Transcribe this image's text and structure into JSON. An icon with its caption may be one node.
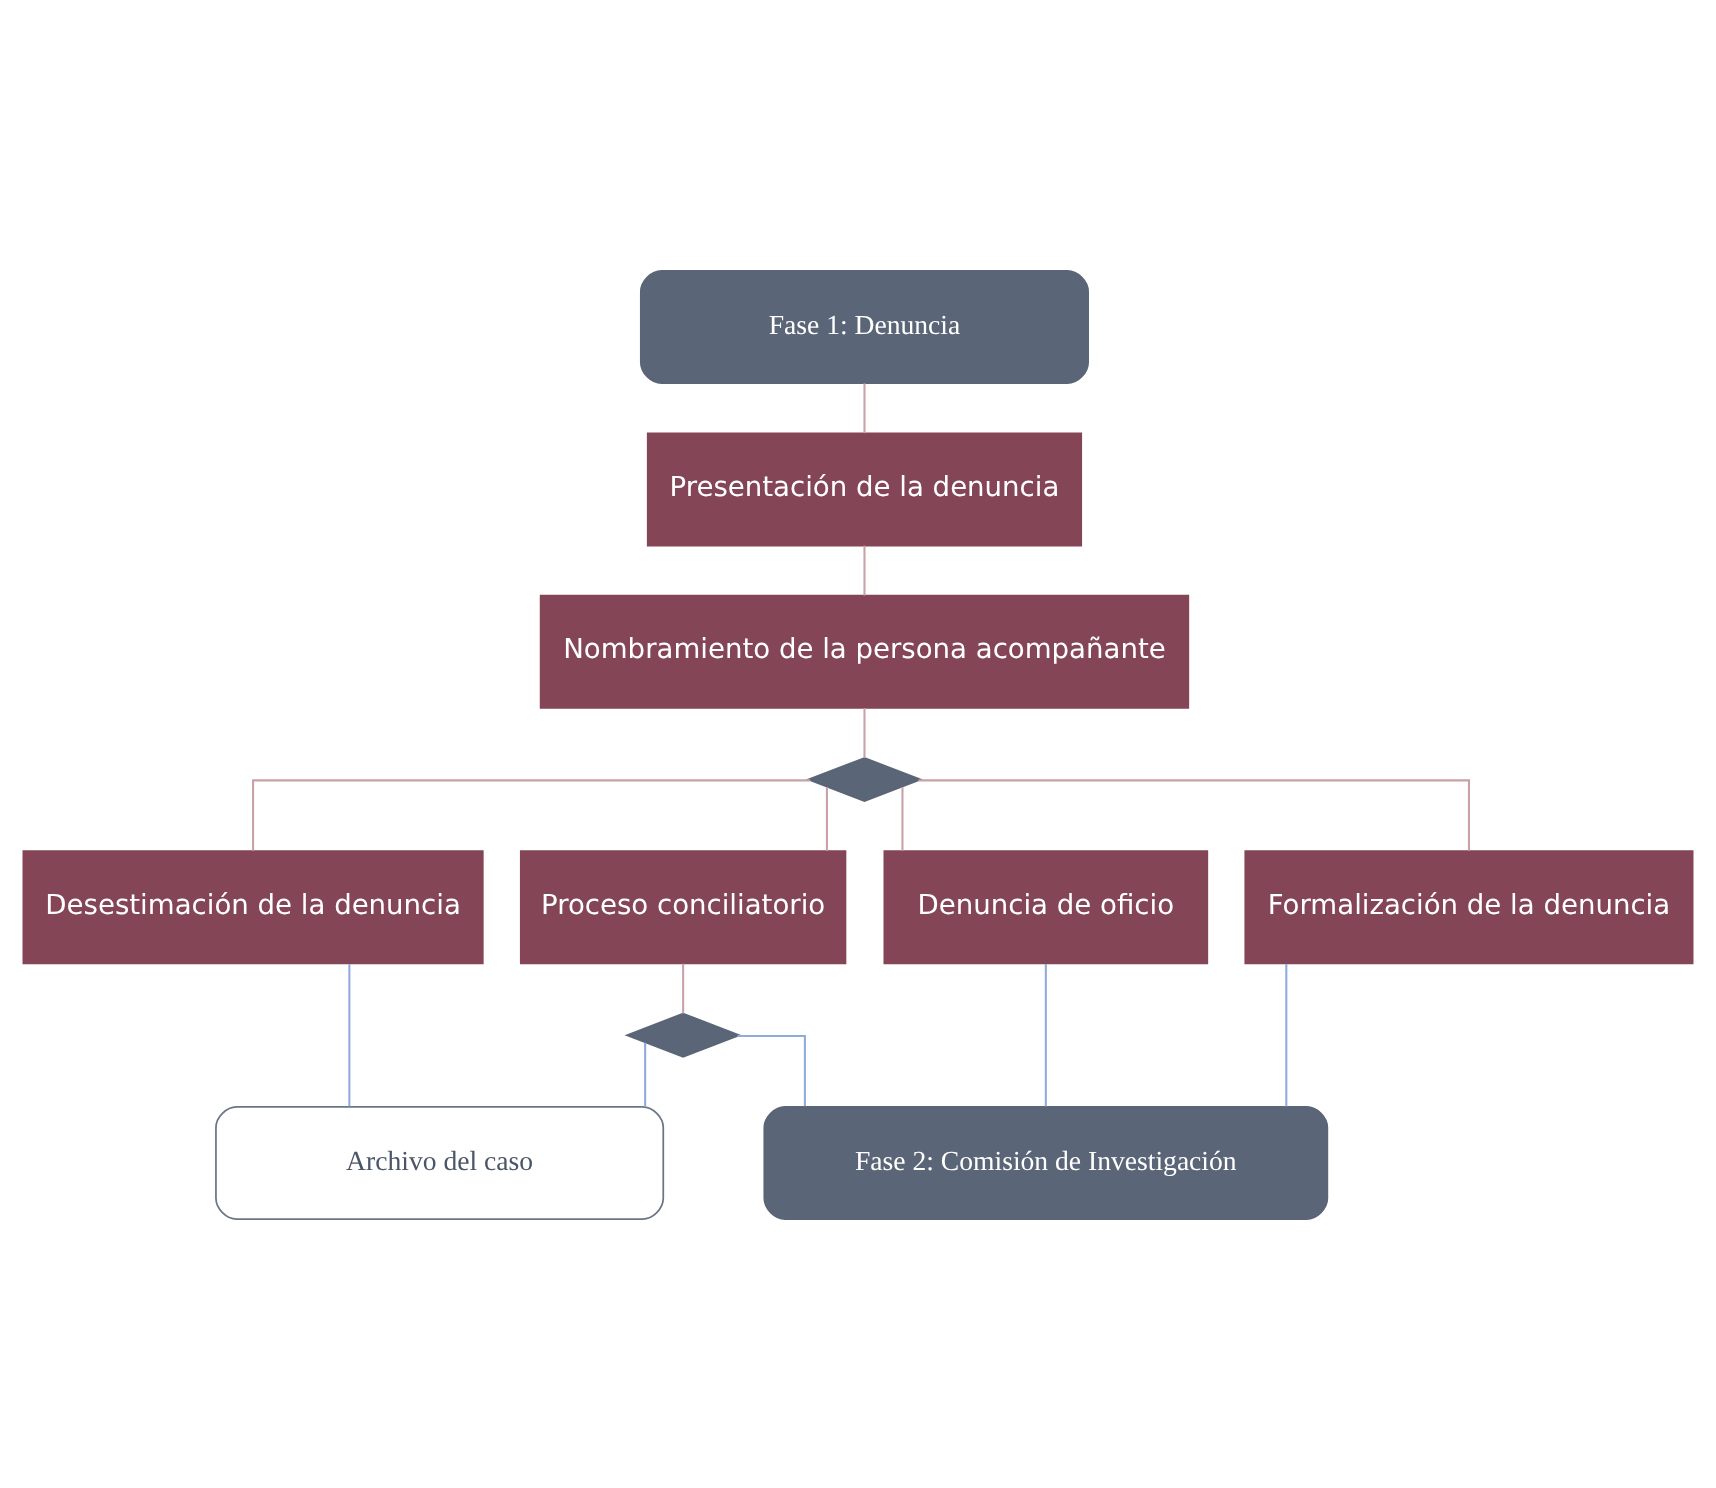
{
  "diagram": {
    "nodes": [
      {
        "text": [
          "Fase 1: Denuncia"
        ]
      },
      {
        "text": [
          "Presentación de la denuncia"
        ]
      },
      {
        "text": [
          "Nombramiento de la persona acompañante"
        ]
      },
      {
        "text": [],
        "shape": "diamond"
      },
      {
        "text": [
          "Desestimación de la denuncia"
        ]
      },
      {
        "text": [
          "Proceso conciliatorio"
        ]
      },
      {
        "text": [
          "Denuncia de oficio"
        ]
      },
      {
        "text": [
          "Formalización de la denuncia"
        ]
      },
      {
        "text": [],
        "shape": "diamond"
      },
      {
        "text": [
          "Archivo del caso"
        ]
      },
      {
        "text": [
          "Fase 2: Comisión de Investigación"
        ]
      }
    ],
    "edges": [
      {
        "from": 0,
        "to": 1,
        "arrow": "none"
      },
      {
        "from": 1,
        "to": 2,
        "arrow": "none"
      },
      {
        "from": 2,
        "to": 3,
        "arrow": "none"
      },
      {
        "from": 3,
        "to": 4,
        "arrow": "none"
      },
      {
        "from": 3,
        "to": 5,
        "arrow": "none"
      },
      {
        "from": 3,
        "to": 6,
        "arrow": "none"
      },
      {
        "from": 3,
        "to": 7,
        "arrow": "none"
      },
      {
        "from": 5,
        "to": 8,
        "arrow": "none"
      },
      {
        "from": 4,
        "to": 9,
        "arrow": "none",
        "color": "#8faadc"
      },
      {
        "from": 8,
        "to": 9,
        "arrow": "none",
        "color": "#8faadc"
      },
      {
        "from": 8,
        "to": 10,
        "arrow": "none",
        "color": "#8faadc"
      },
      {
        "from": 6,
        "to": 10,
        "arrow": "none",
        "color": "#8faadc"
      },
      {
        "from": 7,
        "to": 10,
        "arrow": "none",
        "color": "#8faadc"
      }
    ]
  }
}
